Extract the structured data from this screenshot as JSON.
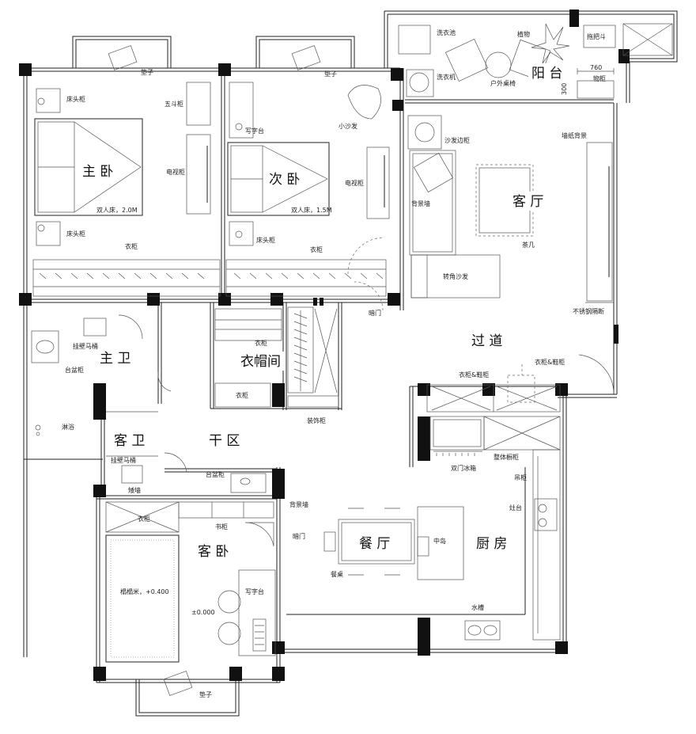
{
  "rooms": {
    "master_bedroom": "主 卧",
    "second_bedroom": "次 卧",
    "living_room": "客 厅",
    "balcony": "阳 台",
    "corridor": "过 道",
    "cloakroom": "衣帽间",
    "master_bath": "主 卫",
    "guest_bath": "客 卫",
    "dry_area": "干 区",
    "guest_bedroom": "客 卧",
    "dining_room": "餐 厅",
    "kitchen": "厨 房"
  },
  "labels": {
    "mat_1": "垫子",
    "mat_2": "垫子",
    "mat_3": "垫子",
    "laundry_sink": "洗衣池",
    "plants": "植物",
    "mop_sink": "拖把斗",
    "washing_machine": "洗衣机",
    "outdoor_table": "户外桌椅",
    "dim_760": "760",
    "dim_300": "300",
    "storage_cabinet": "物柜",
    "nightstand_1": "床头柜",
    "nightstand_2": "床头柜",
    "dresser": "五斗柜",
    "tv_cabinet_1": "电视柜",
    "double_bed_2m": "双人床，2.0M",
    "wardrobe_1": "衣柜",
    "desk_1": "写字台",
    "small_sofa": "小沙发",
    "tv_cabinet_2": "电视柜",
    "double_bed_15m": "双人床，1.5M",
    "nightstand_3": "床头柜",
    "wardrobe_2": "衣柜",
    "sofa_side_table": "沙发边柜",
    "wallpaper_bg": "墙纸背景",
    "feature_wall_1": "背景墙",
    "coffee_table": "茶几",
    "corner_sofa": "转角沙发",
    "ss_partition": "不锈钢隔断",
    "hidden_door_1": "暗门",
    "wall_toilet_1": "挂壁马桶",
    "basin_cabinet_1": "台盆柜",
    "wardrobe_3": "衣柜",
    "wardrobe_4": "衣柜",
    "shower": "淋浴",
    "decor_cabinet": "装饰柜",
    "wardrobe_shoe_1": "衣柜&鞋柜",
    "wardrobe_shoe_2": "衣柜&鞋柜",
    "wall_toilet_2": "挂壁马桶",
    "low_wall": "矮墙",
    "basin_cabinet_2": "台盆柜",
    "built_in_cabinet": "整体橱柜",
    "double_fridge": "双门冰箱",
    "wall_cabinet": "吊柜",
    "feature_wall_2": "背景墙",
    "hidden_door_2": "暗门",
    "wardrobe_5": "衣柜",
    "bookcase": "书柜",
    "stove": "灶台",
    "island": "中岛",
    "tatami": "榻榻米，+0.400",
    "desk_2": "写字台",
    "dining_table": "餐桌",
    "elevation": "±0.000",
    "sink": "水槽"
  }
}
